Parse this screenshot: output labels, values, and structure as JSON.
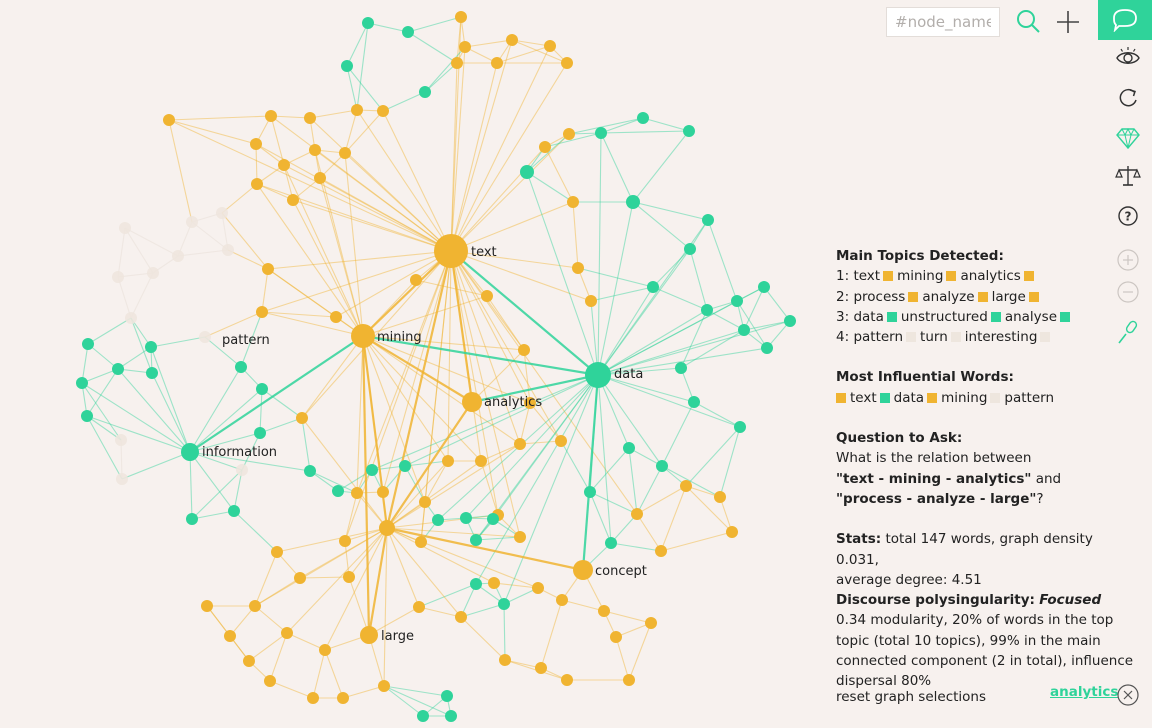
{
  "colors": {
    "orange": "#f0b431",
    "green": "#2fd39a",
    "beige": "#eee6de",
    "background": "#f7f1ee",
    "icon_green": "#2fd39a"
  },
  "toolbar": {
    "search_placeholder": "#node_name",
    "search_icon": "search-icon",
    "add_icon": "plus-icon",
    "chat_icon": "speech-bubble-icon"
  },
  "side_icons": [
    "eye-icon",
    "refresh-icon",
    "diamond-icon",
    "scales-icon",
    "help-icon",
    "zoom-in-icon",
    "zoom-out-icon",
    "microphone-icon"
  ],
  "graph": {
    "labels": {
      "text": "text",
      "mining": "mining",
      "analytics": "analytics",
      "data": "data",
      "pattern": "pattern",
      "information": "information",
      "concept": "concept",
      "large": "large"
    }
  },
  "panel": {
    "topics_title": "Main Topics Detected:",
    "topics": [
      {
        "num": "1:",
        "words": [
          "text",
          "mining",
          "analytics"
        ],
        "color": "#f0b431"
      },
      {
        "num": "2:",
        "words": [
          "process",
          "analyze",
          "large"
        ],
        "color": "#f0b431"
      },
      {
        "num": "3:",
        "words": [
          "data",
          "unstructured",
          "analyse"
        ],
        "color": "#2fd39a"
      },
      {
        "num": "4:",
        "words": [
          "pattern",
          "turn",
          "interesting"
        ],
        "color": "#eee6de"
      }
    ],
    "influential_title": "Most Influential Words:",
    "influential": [
      {
        "word": "text",
        "color": "#f0b431"
      },
      {
        "word": "data",
        "color": "#2fd39a"
      },
      {
        "word": "mining",
        "color": "#f0b431"
      },
      {
        "word": "pattern",
        "color": "#eee6de"
      }
    ],
    "question_title": "Question to Ask:",
    "question_line": "What is the relation between",
    "question_a": "\"text - mining - analytics\"",
    "question_and": " and",
    "question_b": "\"process - analyze - large\"",
    "question_end": "?",
    "stats_label": "Stats:",
    "stats_line1": " total 147 words, graph density 0.031,",
    "stats_line2": "average degree: 4.51",
    "discourse_label": "Discourse polysingularity:",
    "discourse_value": "Focused",
    "discourse_l1": "0.34 modularity, 20% of words in the top",
    "discourse_l2": "topic (total 10 topics), 99% in the main",
    "discourse_l3": "connected component (2 in total), influence",
    "discourse_l4": "dispersal 80%",
    "reset_label": "reset graph selections",
    "active_tag": "analytics"
  }
}
